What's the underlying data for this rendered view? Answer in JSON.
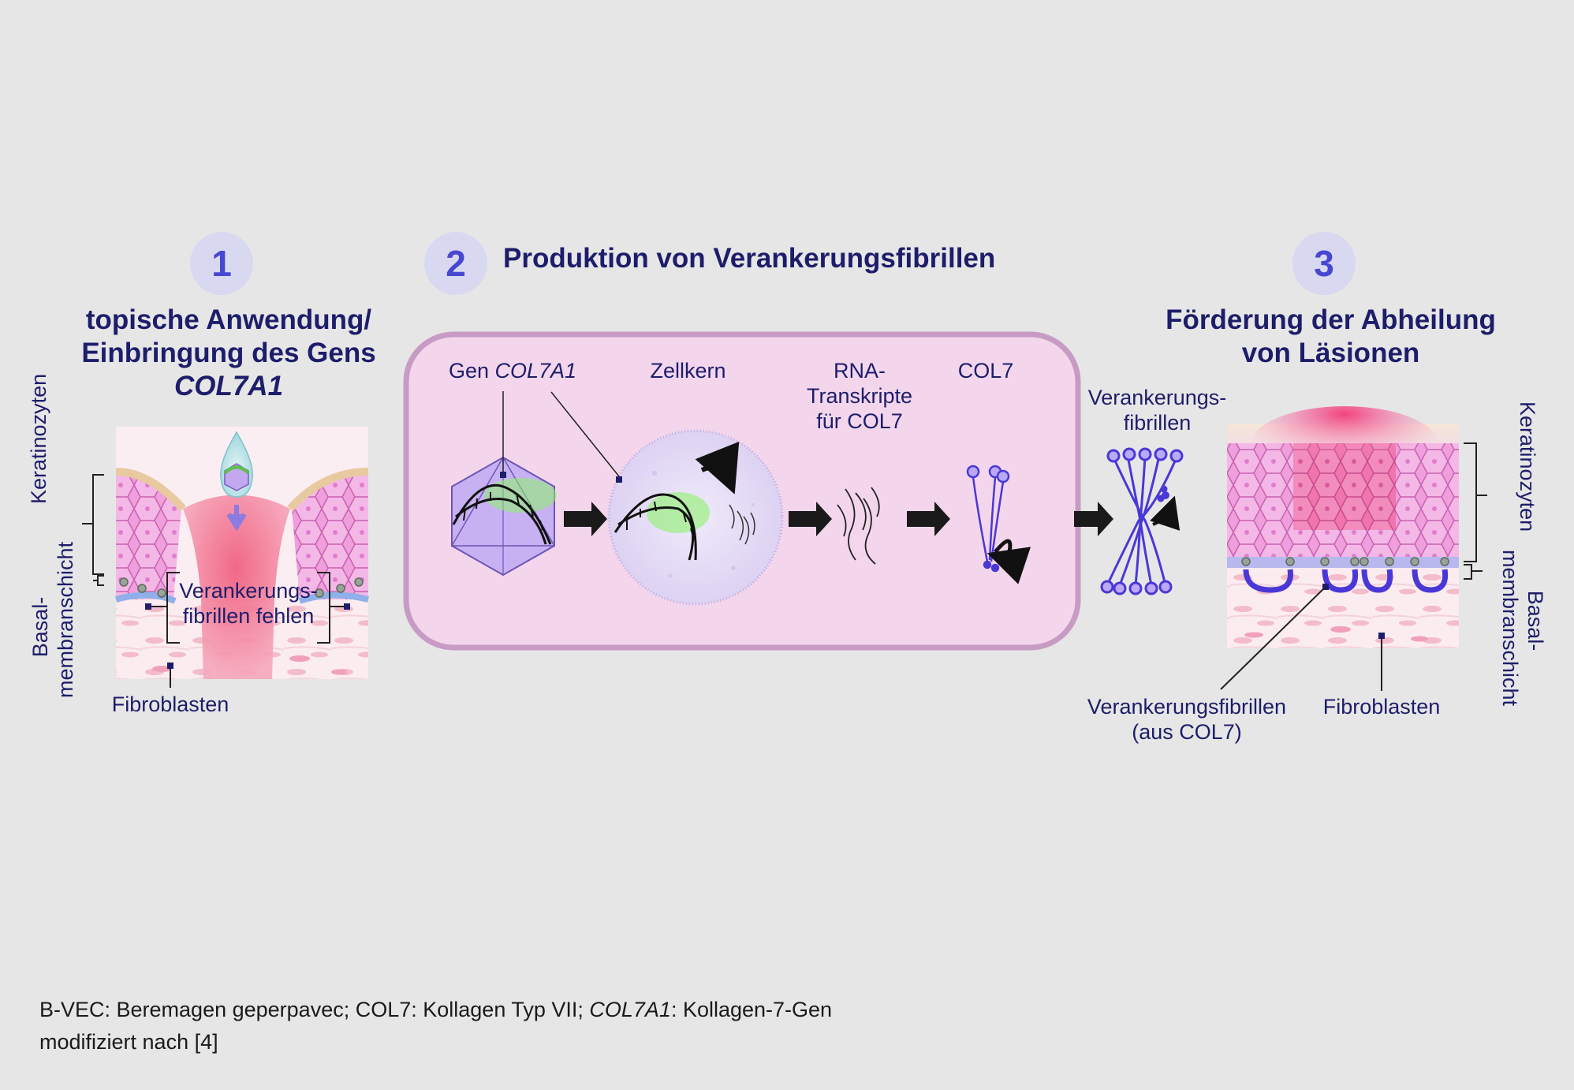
{
  "steps": [
    {
      "number": "1",
      "title_lines": [
        "topische Anwendung/",
        "Einbringung des Gens"
      ],
      "title_italic": "COL7A1"
    },
    {
      "number": "2",
      "title": "Produktion von Verankerungsfibrillen"
    },
    {
      "number": "3",
      "title_lines": [
        "Förderung der Abheilung",
        "von Läsionen"
      ]
    }
  ],
  "panel1": {
    "keratinocytes": "Keratinozyten",
    "basal_membrane": [
      "Basal-",
      "membranschicht"
    ],
    "missing_fibrils": [
      "Verankerungs-",
      "fibrillen fehlen"
    ],
    "fibroblasts": "Fibroblasten"
  },
  "panel2": {
    "gene_prefix": "Gen",
    "gene_italic": "COL7A1",
    "nucleus": "Zellkern",
    "rna": [
      "RNA-",
      "Transkripte",
      "für COL7"
    ],
    "protein": "COL7",
    "anchor_fibrils": [
      "Verankerungs-",
      "fibrillen"
    ]
  },
  "panel3": {
    "keratinocytes": "Keratinozyten",
    "basal_membrane": [
      "Basal-",
      "membranschicht"
    ],
    "fibrils_from": [
      "Verankerungsfibrillen",
      "(aus COL7)"
    ],
    "fibroblasts": "Fibroblasten"
  },
  "footer": {
    "line1_a": "B-VEC: Beremagen geperpavec; COL7: Kollagen Typ VII; ",
    "line1_italic": "COL7A1",
    "line1_b": ": Kollagen-7-Gen",
    "line2": "modifiziert nach [4]"
  },
  "colors": {
    "background": "#e6e6e6",
    "navy_text": "#1d1d6b",
    "badge_fill": "#d8d8f0",
    "badge_text": "#4747d1",
    "panel_fill": "#f3d6ec",
    "panel_border": "#c79bc4",
    "dna_green": "#7ad64a",
    "fibril_blue": "#4a38d6"
  }
}
